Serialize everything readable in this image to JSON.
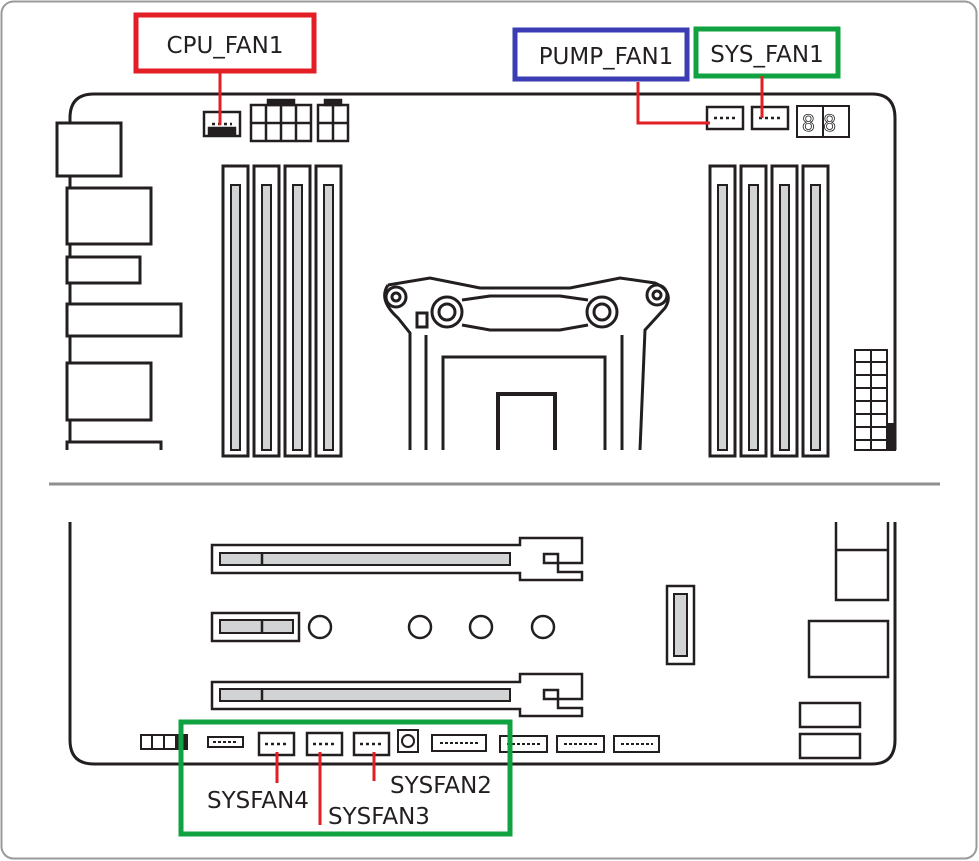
{
  "labels": {
    "cpu_fan1": "CPU_FAN1",
    "pump_fan1": "PUMP_FAN1",
    "sys_fan1": "SYS_FAN1",
    "sysfan2": "SYSFAN2",
    "sysfan3": "SYSFAN3",
    "sysfan4": "SYSFAN4"
  },
  "debug_led_display": "88",
  "colors": {
    "line": "#231f20",
    "slot_fill": "#d1d3d4",
    "callout_red": "#e31e24",
    "callout_blue": "#3a3db3",
    "callout_green": "#10a140",
    "divider": "#8f8f8f",
    "frame": "#9a9a9a"
  }
}
